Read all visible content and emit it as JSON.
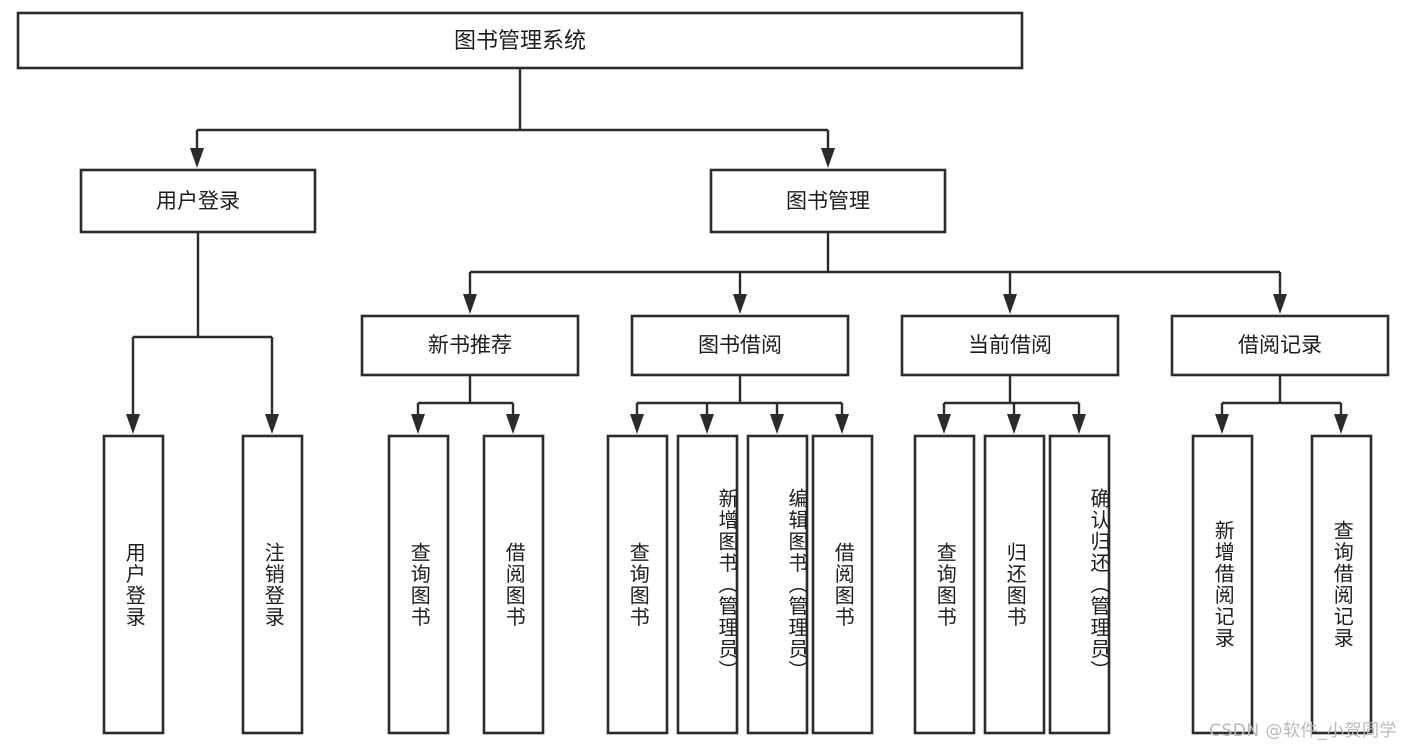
{
  "diagram": {
    "type": "hierarchy-tree",
    "title": "图书管理系统",
    "watermark": "CSDN @软件_小贺同学",
    "colors": {
      "stroke": "#2b2b2b",
      "fill": "#ffffff",
      "text": "#1d1d1d",
      "watermark": "#b9b9b9",
      "background": "#ffffff"
    },
    "root": {
      "label": "图书管理系统"
    },
    "level2": [
      {
        "label": "用户登录"
      },
      {
        "label": "图书管理"
      }
    ],
    "level3": [
      {
        "label": "新书推荐"
      },
      {
        "label": "图书借阅"
      },
      {
        "label": "当前借阅"
      },
      {
        "label": "借阅记录"
      }
    ],
    "leaves": {
      "user_login": [
        {
          "label": "用户登录"
        },
        {
          "label": "注销登录"
        }
      ],
      "new_book_recommend": [
        {
          "label": "查询图书"
        },
        {
          "label": "借阅图书"
        }
      ],
      "book_borrow": [
        {
          "label": "查询图书"
        },
        {
          "label": "新增图书（管理员）"
        },
        {
          "label": "编辑图书（管理员）"
        },
        {
          "label": "借阅图书"
        }
      ],
      "current_borrow": [
        {
          "label": "查询图书"
        },
        {
          "label": "归还图书"
        },
        {
          "label": "确认归还（管理员）"
        }
      ],
      "borrow_record": [
        {
          "label": "新增借阅记录"
        },
        {
          "label": "查询借阅记录"
        }
      ]
    }
  }
}
